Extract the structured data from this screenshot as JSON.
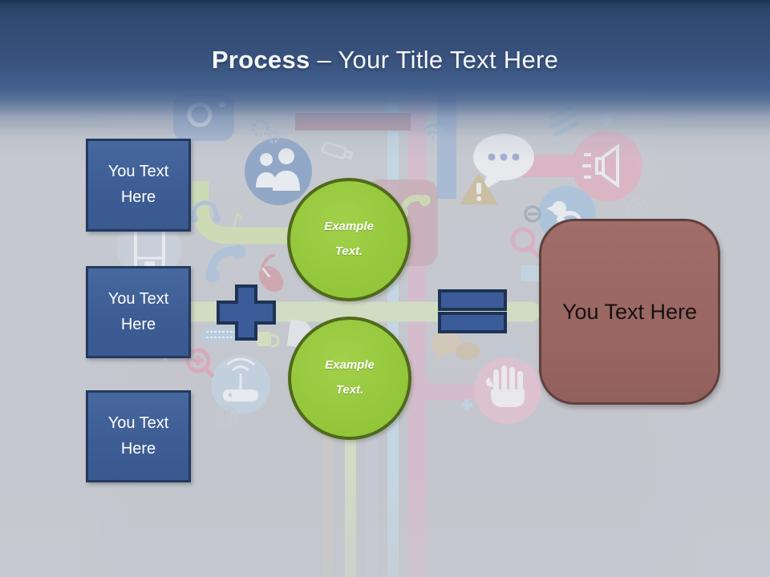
{
  "title": {
    "emphasis": "Process",
    "rest": " – Your Title Text Here"
  },
  "left_boxes": [
    {
      "label": "You Text Here"
    },
    {
      "label": "You Text Here"
    },
    {
      "label": "You Text Here"
    }
  ],
  "example_circles": [
    {
      "label": "Example Text."
    },
    {
      "label": "Example Text."
    }
  ],
  "result_box": {
    "label": "You Text Here"
  },
  "operators": [
    {
      "name": "plus",
      "symbol": "+"
    },
    {
      "name": "equals",
      "symbol": "="
    }
  ],
  "colors": {
    "header_blue_dark": "#1E3353",
    "header_blue": "#3A5480",
    "canvas_gray": "#C5C8CE",
    "placeholder_fill": "#3E5E95",
    "placeholder_border": "#24395E",
    "circle_fill": "#96C83D",
    "circle_border": "#50691C",
    "operator_fill": "#3B5C99",
    "operator_border": "#1E3355",
    "result_fill": "#9A6763",
    "result_border": "#5E403D",
    "title_text": "#FFFFFF",
    "box_text": "#FFFFFF",
    "circle_text": "#FFFFFF",
    "result_text": "#151111"
  },
  "background": {
    "style": "faded social media and tech icon collage with pastel connector streams",
    "stream_colors": [
      "#DCB9CC",
      "#C5DCEC",
      "#D6E6BE",
      "#9DB6D6",
      "#CFC9C6",
      "#C6CAD6"
    ],
    "icons": [
      "camera-icon",
      "people-icon",
      "speech-bubble-icon",
      "megaphone-icon",
      "bird-icon",
      "wifi-router-icon",
      "hand-icon",
      "smartphone-icon",
      "phone-handset-icon",
      "warning-icon",
      "keyboard-icon",
      "mouse-icon",
      "magnifier-icon",
      "magnifier-plus-icon",
      "minus-circle-icon",
      "gears-icon",
      "globe-icon",
      "music-note-icon",
      "at-sign-icon",
      "usb-icon",
      "swipe-hand-icon",
      "wifi-icon",
      "headphones-icon",
      "document-icon",
      "mug-icon",
      "chat-bubbles-icon",
      "plus-marks-icon"
    ]
  }
}
